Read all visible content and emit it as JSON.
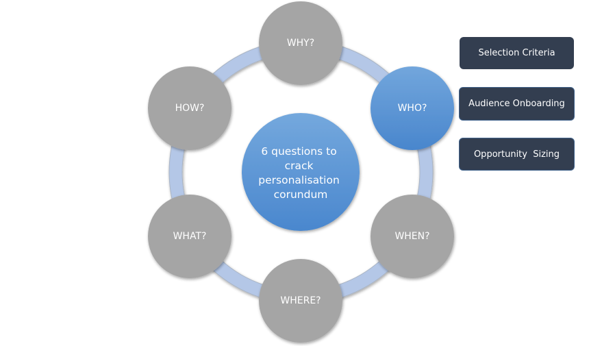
{
  "diagram": {
    "title": "6 questions to crack personalisation corundum",
    "center_lines": [
      "6 questions to",
      "crack",
      "personalisation",
      "corundum"
    ],
    "nodes": [
      {
        "label": "WHY?",
        "highlighted": false
      },
      {
        "label": "WHO?",
        "highlighted": true
      },
      {
        "label": "WHEN?",
        "highlighted": false
      },
      {
        "label": "WHERE?",
        "highlighted": false
      },
      {
        "label": "WHAT?",
        "highlighted": false
      },
      {
        "label": "HOW?",
        "highlighted": false
      }
    ],
    "colors": {
      "node_gray": "#a5a5a5",
      "node_highlight_top": "#72a6dc",
      "node_highlight_bottom": "#4986cd",
      "center_top": "#74a8dd",
      "center_bottom": "#4a87ce",
      "ring": "#b4c7e7",
      "ring_outline": "#a9b4c4"
    }
  },
  "side_panel": {
    "items": [
      {
        "label": "Selection Criteria"
      },
      {
        "label": "Audience Onboarding"
      },
      {
        "label": "Opportunity  Sizing"
      }
    ],
    "colors": {
      "box_fill": "#333e50",
      "box_outline": "#40638c"
    }
  }
}
